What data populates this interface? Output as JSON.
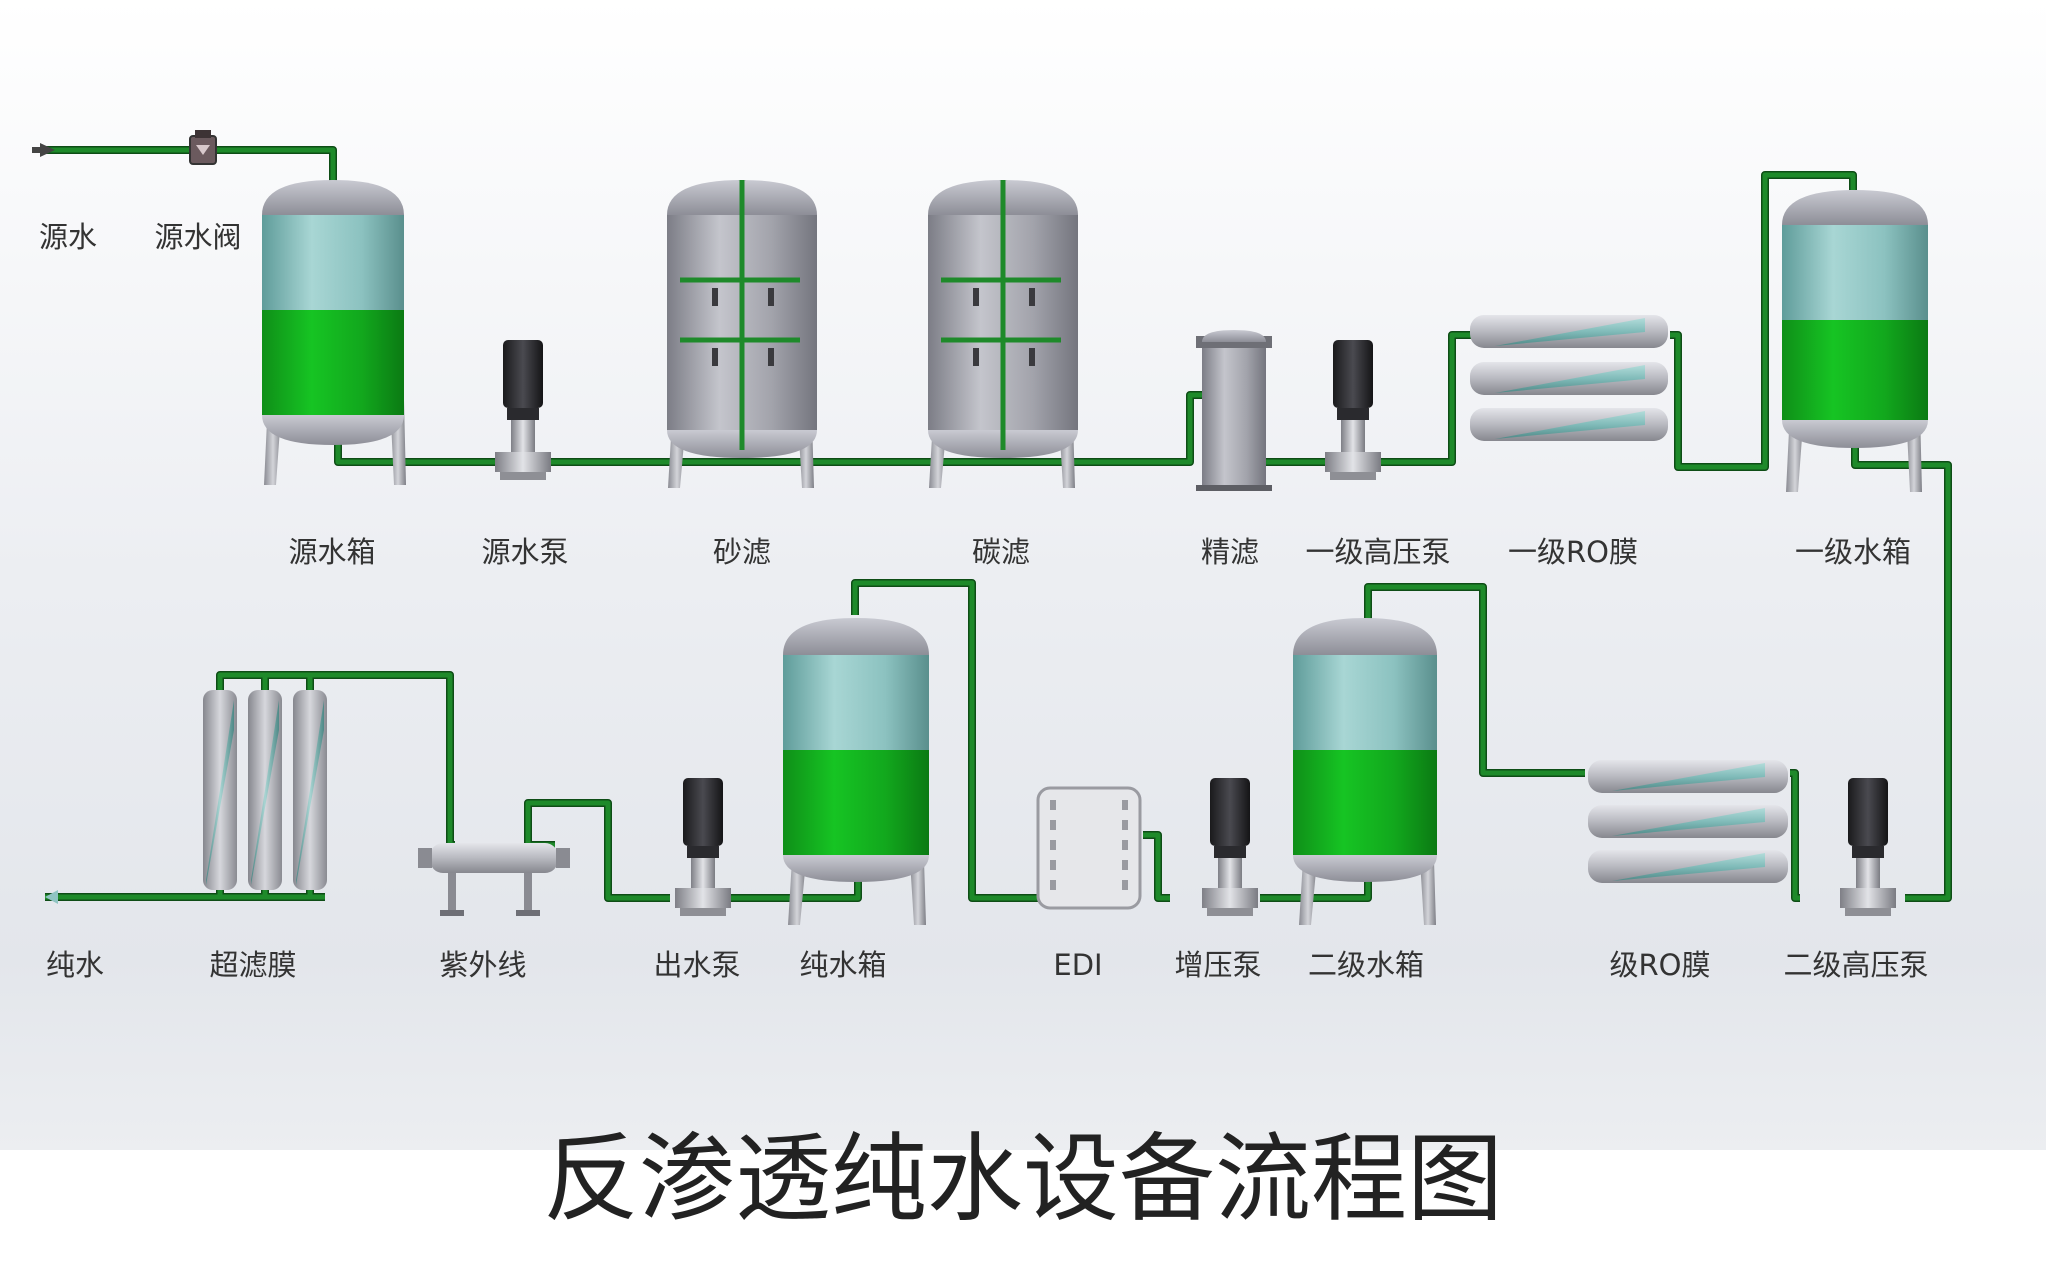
{
  "title": "反渗透纯水设备流程图",
  "labels": {
    "source_water": "源水",
    "source_valve": "源水阀",
    "source_tank": "源水箱",
    "source_pump": "源水泵",
    "sand_filter": "砂滤",
    "carbon_filter": "碳滤",
    "precision_filter": "精滤",
    "stage1_hp_pump": "一级高压泵",
    "stage1_ro": "一级RO膜",
    "stage1_tank": "一级水箱",
    "pure_water": "纯水",
    "uf_membrane": "超滤膜",
    "uv": "紫外线",
    "outlet_pump": "出水泵",
    "pure_tank": "纯水箱",
    "edi": "EDI",
    "booster_pump": "增压泵",
    "stage2_tank": "二级水箱",
    "stage2_ro": "级RO膜",
    "stage2_hp_pump": "二级高压泵"
  },
  "colors": {
    "pipe": "#1e8a2a",
    "water_green": "#13b81f",
    "water_teal": "#8fc4c2",
    "steel": "#a9aab3",
    "background_top": "#ffffff",
    "background_band": "#dfe2e8"
  }
}
